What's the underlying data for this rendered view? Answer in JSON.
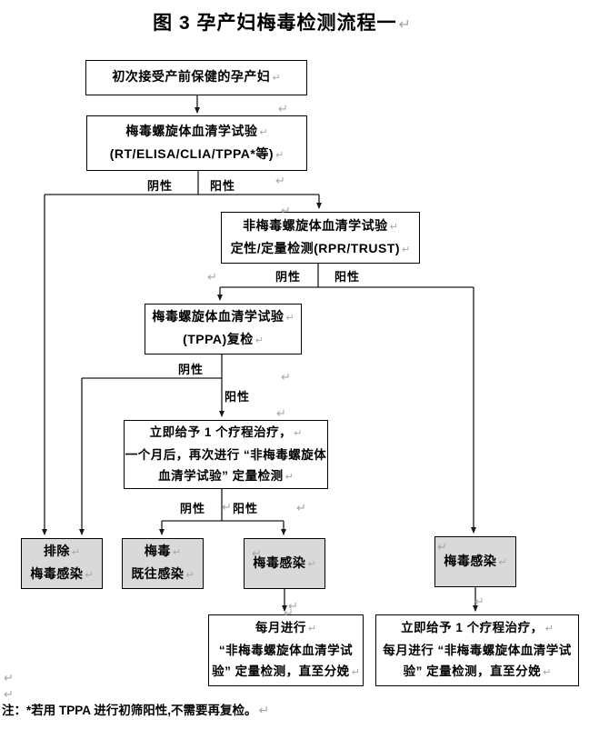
{
  "title": "图 3  孕产妇梅毒检测流程一",
  "marks": {
    "pilcrow": "↵"
  },
  "colors": {
    "node_fill": "#ffffff",
    "node_fill_gray": "#d9d9d9",
    "border": "#000000",
    "connector": "#1a1a1a",
    "paragraph_mark": "#a6a6a6",
    "text": "#000000"
  },
  "nodes": {
    "initial": {
      "lines": [
        "初次接受产前保健的孕产妇"
      ]
    },
    "treponemal_test": {
      "lines": [
        "梅毒螺旋体血清学试验",
        "(RT/ELISA/CLIA/TPPA*等)"
      ]
    },
    "nontreponemal_test": {
      "lines": [
        "非梅毒螺旋体血清学试验",
        "定性/定量检测(RPR/TRUST)"
      ]
    },
    "tppa_recheck": {
      "lines": [
        "梅毒螺旋体血清学试验",
        "(TPPA)复检"
      ]
    },
    "immediate_treatment": {
      "lines": [
        "立即给予 1 个疗程治疗，",
        "一个月后，再次进行 “非梅毒螺旋体",
        "血清学试验” 定量检测"
      ]
    },
    "excluded": {
      "lines": [
        "排除",
        "梅毒感染"
      ]
    },
    "past_infection": {
      "lines": [
        "梅毒",
        "既往感染"
      ]
    },
    "infection_left": {
      "lines": [
        "梅毒感染"
      ]
    },
    "infection_right": {
      "lines": [
        "梅毒感染"
      ]
    },
    "monthly_monitor": {
      "lines": [
        "每月进行",
        "“非梅毒螺旋体血清学试",
        "验” 定量检测，直至分娩"
      ]
    },
    "treat_and_monitor": {
      "lines": [
        "立即给予 1 个疗程治疗，",
        "每月进行 “非梅毒螺旋体血清学试",
        "验” 定量检测，直至分娩"
      ]
    }
  },
  "edge_labels": {
    "treponemal_negative": "阴性",
    "treponemal_positive": "阳性",
    "nontreponemal_negative": "阴性",
    "nontreponemal_positive": "阳性",
    "tppa_negative": "阴性",
    "tppa_positive": "阳性",
    "followup_negative": "阴性",
    "followup_positive": "阳性"
  },
  "footnote": "注：*若用 TPPA 进行初筛阳性,不需要再复检。"
}
